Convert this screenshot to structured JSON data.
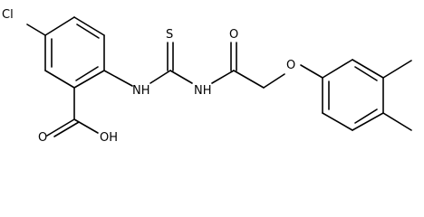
{
  "molecule": {
    "colors": {
      "ink": "#000000",
      "background": "#ffffff"
    },
    "labels": {
      "chloro": "Cl",
      "hydroxyl": "OH",
      "carbonyl_o_acid": "O",
      "amine_n1": "NH",
      "thio_s": "S",
      "amine_n2": "NH",
      "carbonyl_o_amide": "O",
      "ether_o": "O"
    }
  }
}
